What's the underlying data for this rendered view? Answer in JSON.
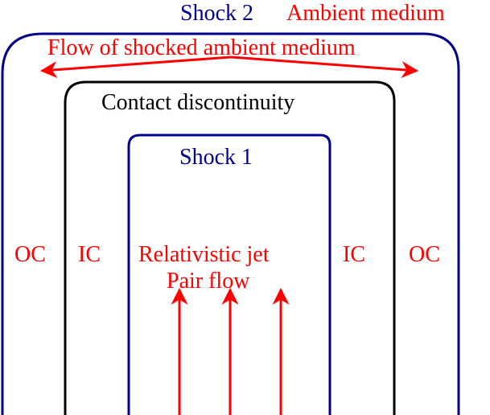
{
  "colors": {
    "red": "#ff0000",
    "blue": "#00008b",
    "black": "#000000"
  },
  "labels": {
    "shock2": "Shock 2",
    "ambient_medium": "Ambient medium",
    "flow_shocked": "Flow of shocked ambient medium",
    "contact_discontinuity": "Contact discontinuity",
    "shock1": "Shock 1",
    "oc_left": "OC",
    "ic_left": "IC",
    "jet": "Relativistic jet",
    "pair_flow": "Pair flow",
    "ic_right": "IC",
    "oc_right": "OC"
  }
}
